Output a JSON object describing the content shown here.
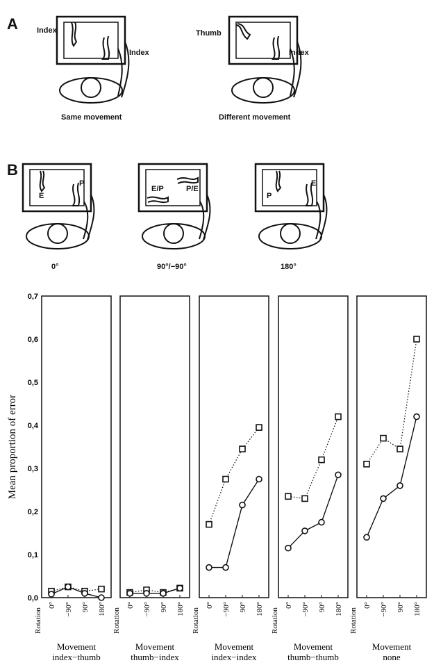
{
  "panelA": {
    "letter": "A",
    "left": {
      "screen_label": "Index",
      "outside_label": "Index",
      "caption": "Same movement"
    },
    "right": {
      "screen_label": "Thumb",
      "outside_label": "Index",
      "caption": "Different movement"
    }
  },
  "panelB": {
    "letter": "B",
    "scenes": [
      {
        "caption": "0°",
        "labels": [
          "E",
          "P"
        ]
      },
      {
        "caption": "90°/−90°",
        "labels": [
          "E/P",
          "P/E"
        ]
      },
      {
        "caption": "180°",
        "labels": [
          "P",
          "E"
        ]
      }
    ]
  },
  "chart_data": {
    "type": "line",
    "ylabel": "Mean proportion of error",
    "ylim": [
      0,
      0.7
    ],
    "y_ticks": [
      "0,0",
      "0,1",
      "0,2",
      "0,3",
      "0,4",
      "0,5",
      "0,6",
      "0,7"
    ],
    "rotation_label": "Rotation",
    "x_ticks": [
      "0°",
      "−90°",
      "90°",
      "180°"
    ],
    "facets": [
      {
        "title_line1": "Movement",
        "title_line2": "index−thumb",
        "circle": [
          0.008,
          0.025,
          0.01,
          0.0
        ],
        "square": [
          0.015,
          0.025,
          0.015,
          0.02
        ]
      },
      {
        "title_line1": "Movement",
        "title_line2": "thumb−index",
        "circle": [
          0.01,
          0.01,
          0.01,
          0.022
        ],
        "square": [
          0.012,
          0.018,
          0.012,
          0.022
        ]
      },
      {
        "title_line1": "Movement",
        "title_line2": "index−index",
        "circle": [
          0.07,
          0.07,
          0.215,
          0.275
        ],
        "square": [
          0.17,
          0.275,
          0.345,
          0.395
        ]
      },
      {
        "title_line1": "Movement",
        "title_line2": "thumb−thumb",
        "circle": [
          0.115,
          0.155,
          0.175,
          0.285
        ],
        "square": [
          0.235,
          0.23,
          0.32,
          0.42
        ]
      },
      {
        "title_line1": "Movement",
        "title_line2": "none",
        "circle": [
          0.14,
          0.23,
          0.26,
          0.42
        ],
        "square": [
          0.31,
          0.37,
          0.345,
          0.6
        ]
      }
    ]
  }
}
